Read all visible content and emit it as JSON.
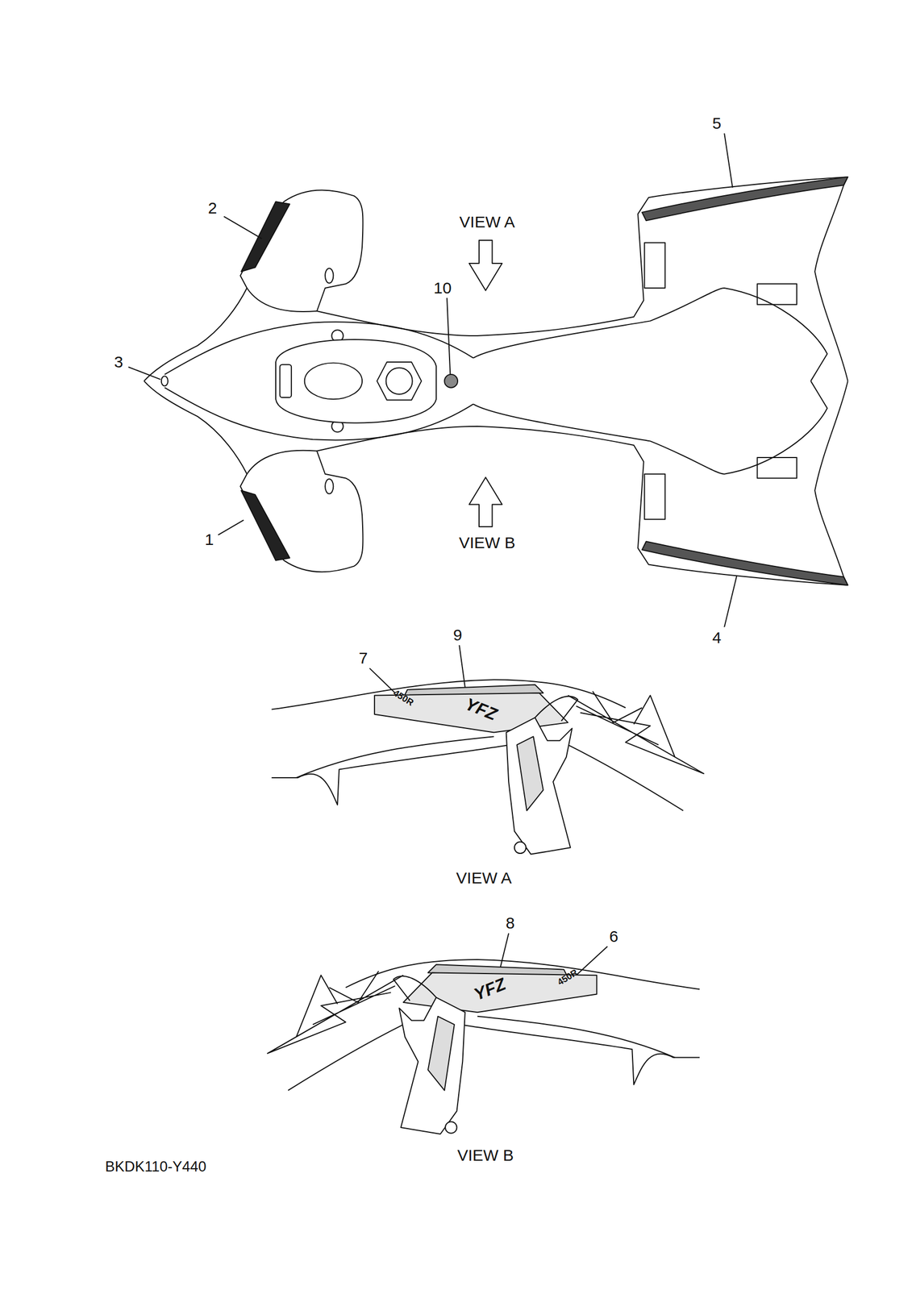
{
  "diagram": {
    "labels": [
      "5",
      "2",
      "VIEW A",
      "10",
      "3",
      "1",
      "VIEW B",
      "4",
      "9",
      "7",
      "YFZ",
      "450R",
      "VIEW A",
      "8",
      "6",
      "YFZ",
      "450R",
      "VIEW B",
      "BKDK110-Y440"
    ]
  }
}
